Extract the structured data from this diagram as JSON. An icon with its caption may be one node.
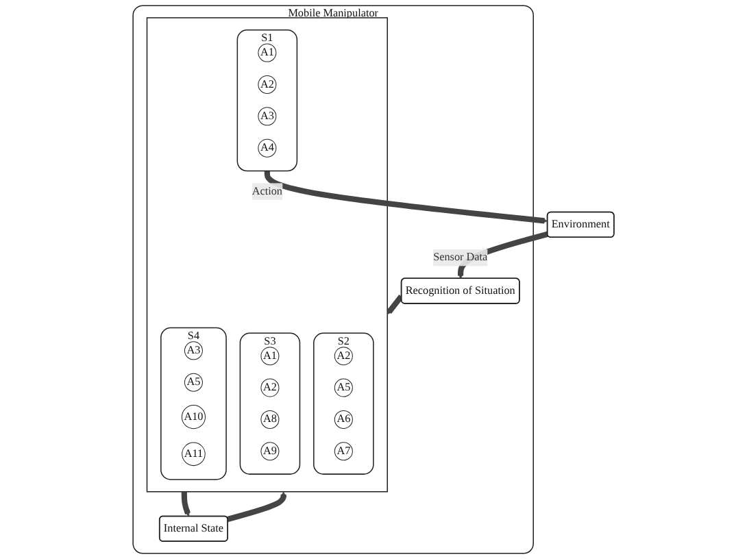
{
  "diagram": {
    "nodes": [
      {
        "text": [
          "Environment"
        ]
      },
      {
        "text": [
          "Mobile Manipulator"
        ]
      },
      {
        "text": [],
        "shape": "box",
        "in": 1
      },
      {
        "text": [
          "S1"
        ],
        "in": 2
      },
      {
        "text": [
          "A1"
        ],
        "in": 3
      },
      {
        "text": [
          "A2"
        ],
        "in": 3
      },
      {
        "text": [
          "A3"
        ],
        "in": 3
      },
      {
        "text": [
          "A4"
        ],
        "in": 3
      },
      {
        "text": [
          "S2"
        ],
        "in": 2
      },
      {
        "text": [
          "A2"
        ],
        "in": 8
      },
      {
        "text": [
          "A5"
        ],
        "in": 8
      },
      {
        "text": [
          "A6"
        ],
        "in": 8
      },
      {
        "text": [
          "A7"
        ],
        "in": 8
      },
      {
        "text": [
          "S3"
        ],
        "in": 2
      },
      {
        "text": [
          "A1"
        ],
        "in": 13
      },
      {
        "text": [
          "A2"
        ],
        "in": 13
      },
      {
        "text": [
          "A8"
        ],
        "in": 13
      },
      {
        "text": [
          "A9"
        ],
        "in": 13
      },
      {
        "text": [
          "S4"
        ],
        "in": 2
      },
      {
        "text": [
          "A3"
        ],
        "in": 18
      },
      {
        "text": [
          "A5"
        ],
        "in": 18
      },
      {
        "text": [
          "A10"
        ],
        "in": 18
      },
      {
        "text": [
          "A11"
        ],
        "in": 18
      },
      {
        "text": [
          "Recognition of Situation"
        ],
        "in": 1
      },
      {
        "text": [
          "Internal State"
        ],
        "in": 1
      }
    ],
    "edges": [
      {
        "from": 3,
        "to": 0,
        "arrow": "to",
        "label": "Action"
      },
      {
        "from": 0,
        "to": 23,
        "arrow": "to",
        "label": "Sensor Data"
      },
      {
        "from": 23,
        "to": 2,
        "arrow": "to"
      },
      {
        "from": 2,
        "to": 24,
        "arrow": "to"
      },
      {
        "from": 24,
        "to": 2,
        "arrow": "to"
      }
    ]
  }
}
